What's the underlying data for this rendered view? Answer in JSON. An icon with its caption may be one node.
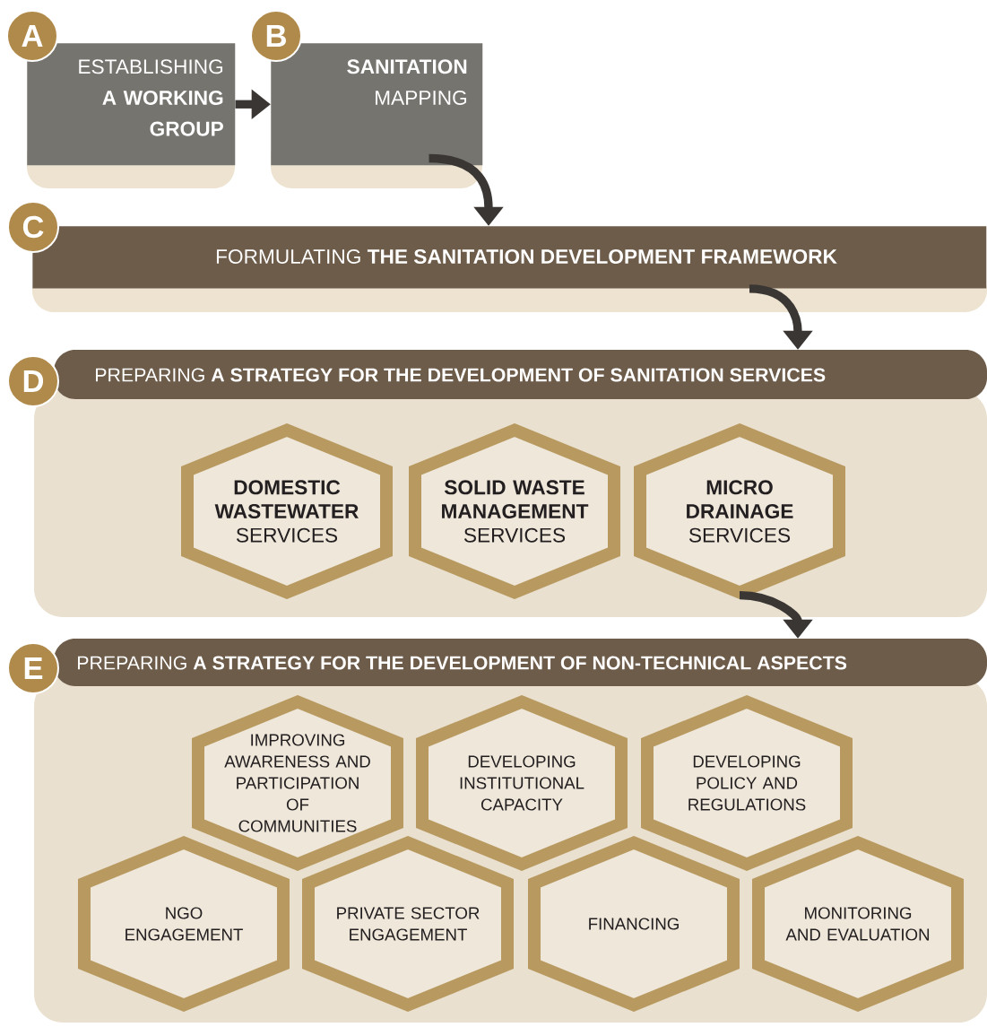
{
  "diagram": {
    "nodes": [
      {
        "text": [
          "A",
          "ESTABLISHING **A WORKING GROUP**"
        ]
      },
      {
        "text": [
          "B",
          "**SANITATION** MAPPING"
        ]
      },
      {
        "text": [
          "C",
          "FORMULATING **THE SANITATION DEVELOPMENT FRAMEWORK**"
        ]
      },
      {
        "text": [
          "D",
          "PREPARING **A STRATEGY FOR THE DEVELOPMENT OF SANITATION SERVICES**"
        ]
      },
      {
        "text": [
          "**DOMESTIC WASTEWATER** SERVICES"
        ],
        "in": 3
      },
      {
        "text": [
          "**SOLID WASTE MANAGEMENT** SERVICES"
        ],
        "in": 3
      },
      {
        "text": [
          "**MICRO DRAINAGE** SERVICES"
        ],
        "in": 3
      },
      {
        "text": [
          "E",
          "PREPARING **A STRATEGY FOR THE DEVELOPMENT OF NON-TECHNICAL ASPECTS**"
        ]
      },
      {
        "text": [
          "IMPROVING AWARENESS AND PARTICIPATION OF COMMUNITIES"
        ],
        "in": 7
      },
      {
        "text": [
          "DEVELOPING INSTITUTIONAL CAPACITY"
        ],
        "in": 7
      },
      {
        "text": [
          "DEVELOPING POLICY AND REGULATIONS"
        ],
        "in": 7
      },
      {
        "text": [
          "NGO ENGAGEMENT"
        ],
        "in": 7
      },
      {
        "text": [
          "PRIVATE SECTOR ENGAGEMENT"
        ],
        "in": 7
      },
      {
        "text": [
          "FINANCING"
        ],
        "in": 7
      },
      {
        "text": [
          "MONITORING AND EVALUATION"
        ],
        "in": 7
      }
    ],
    "edges": [
      {
        "from": 0,
        "to": 1,
        "arrow": "to"
      },
      {
        "from": 1,
        "to": 2,
        "arrow": "to"
      },
      {
        "from": 2,
        "to": 3,
        "arrow": "to"
      },
      {
        "from": 6,
        "to": 7,
        "arrow": "to"
      }
    ]
  }
}
